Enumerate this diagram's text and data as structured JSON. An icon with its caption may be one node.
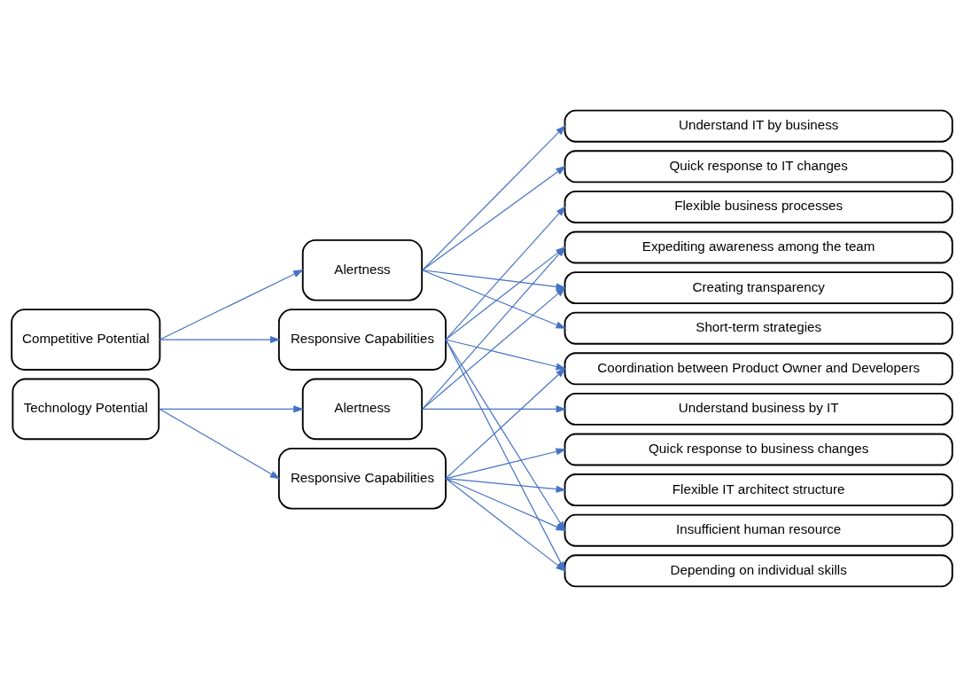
{
  "diagram": {
    "nodes": [
      {
        "text": [
          "Competitive Potential"
        ]
      },
      {
        "text": [
          "Alertness"
        ]
      },
      {
        "text": [
          "Responsive Capabilities"
        ]
      },
      {
        "text": [
          "Technology Potential"
        ]
      },
      {
        "text": [
          "Alertness"
        ]
      },
      {
        "text": [
          "Responsive Capabilities"
        ]
      },
      {
        "text": [
          "Understand IT by business"
        ]
      },
      {
        "text": [
          "Quick response to IT changes"
        ]
      },
      {
        "text": [
          "Flexible business processes"
        ]
      },
      {
        "text": [
          "Expediting awareness among the team"
        ]
      },
      {
        "text": [
          "Creating transparency"
        ]
      },
      {
        "text": [
          "Short-term strategies"
        ]
      },
      {
        "text": [
          "Coordination between Product Owner and Developers"
        ]
      },
      {
        "text": [
          "Understand business by IT"
        ]
      },
      {
        "text": [
          "Quick response to business changes"
        ]
      },
      {
        "text": [
          "Flexible IT architect structure"
        ]
      },
      {
        "text": [
          "Insufficient human resource"
        ]
      },
      {
        "text": [
          "Depending on individual skills"
        ]
      }
    ],
    "edges": [
      {
        "from": 0,
        "to": 1,
        "arrow": "to"
      },
      {
        "from": 0,
        "to": 2,
        "arrow": "to"
      },
      {
        "from": 3,
        "to": 4,
        "arrow": "to"
      },
      {
        "from": 3,
        "to": 5,
        "arrow": "to"
      },
      {
        "from": 1,
        "to": 6,
        "arrow": "to"
      },
      {
        "from": 1,
        "to": 7,
        "arrow": "to"
      },
      {
        "from": 1,
        "to": 10,
        "arrow": "to"
      },
      {
        "from": 1,
        "to": 11,
        "arrow": "to"
      },
      {
        "from": 2,
        "to": 8,
        "arrow": "to"
      },
      {
        "from": 2,
        "to": 9,
        "arrow": "to"
      },
      {
        "from": 2,
        "to": 12,
        "arrow": "to"
      },
      {
        "from": 2,
        "to": 16,
        "arrow": "to"
      },
      {
        "from": 2,
        "to": 17,
        "arrow": "to"
      },
      {
        "from": 4,
        "to": 9,
        "arrow": "to"
      },
      {
        "from": 4,
        "to": 10,
        "arrow": "to"
      },
      {
        "from": 4,
        "to": 13,
        "arrow": "to"
      },
      {
        "from": 5,
        "to": 12,
        "arrow": "to"
      },
      {
        "from": 5,
        "to": 14,
        "arrow": "to"
      },
      {
        "from": 5,
        "to": 15,
        "arrow": "to"
      },
      {
        "from": 5,
        "to": 16,
        "arrow": "to"
      },
      {
        "from": 5,
        "to": 17,
        "arrow": "to"
      }
    ]
  }
}
